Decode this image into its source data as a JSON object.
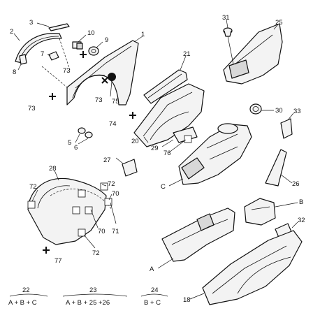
{
  "labels": {
    "l1": "1",
    "l2": "2",
    "l3": "3",
    "l5": "5",
    "l6": "6",
    "l7": "7",
    "l8": "8",
    "l9": "9",
    "l10": "10",
    "l18": "18",
    "l20": "20",
    "l21": "21",
    "l25": "25",
    "l26": "26",
    "l27": "27",
    "l28": "28",
    "l29": "29",
    "l30": "30",
    "l31": "31",
    "l32": "32",
    "l33": "33",
    "l70a": "70",
    "l70b": "70",
    "l71": "71",
    "l72a": "72",
    "l72b": "72",
    "l72c": "72",
    "l73a": "73",
    "l73b": "73",
    "l73c": "73",
    "l74": "74",
    "l75": "75",
    "l76": "76",
    "l77": "77",
    "lA": "A",
    "lB": "B",
    "lC": "C"
  },
  "legend": [
    {
      "number": "22",
      "formula": "A + B + C"
    },
    {
      "number": "23",
      "formula": "A + B + 25 +26"
    },
    {
      "number": "24",
      "formula": "B + C"
    }
  ]
}
